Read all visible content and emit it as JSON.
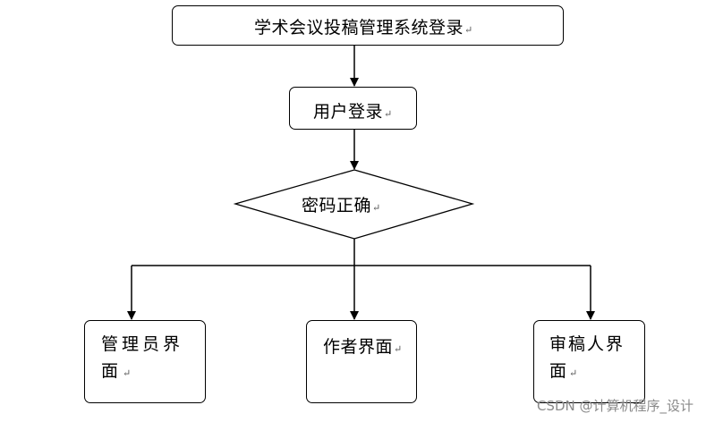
{
  "diagram": {
    "start_node": "学术会议投稿管理系统登录",
    "login_node": "用户登录",
    "decision_node": "密码正确",
    "admin_node": "管理员界面",
    "author_node": "作者界面",
    "reviewer_node": "审稿人界面",
    "paragraph_mark": "↵"
  },
  "watermark": "CSDN @计算机程序_设计"
}
